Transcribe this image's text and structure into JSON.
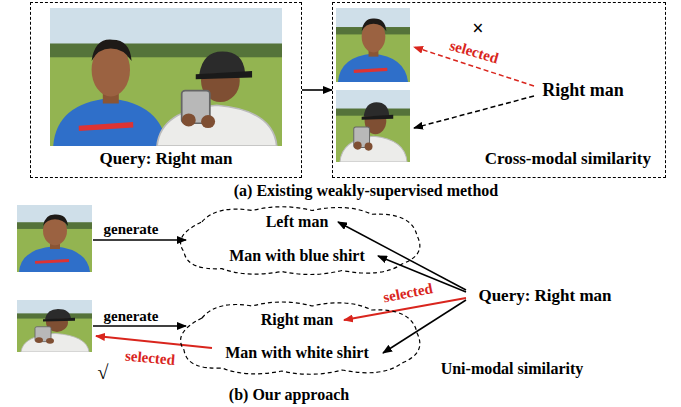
{
  "diagram": {
    "nodes": [
      {
        "text": [
          "Query: Right man"
        ]
      },
      {
        "text": [
          "Cross-modal similarity"
        ]
      },
      {
        "text": [
          "Left man",
          "Man with blue shirt"
        ]
      },
      {
        "text": [
          "Right man",
          "Man with white shirt"
        ]
      }
    ],
    "edges": [
      {
        "from": 0,
        "to": 1,
        "arrow": "to"
      }
    ],
    "labels": [
      "×",
      "selected",
      "Right man",
      "(a) Existing weakly-supervised method",
      "generate",
      "generate",
      "Query: Right man",
      "selected",
      "selected",
      "√",
      "Uni-modal similarity",
      "(b) Our approach"
    ]
  }
}
